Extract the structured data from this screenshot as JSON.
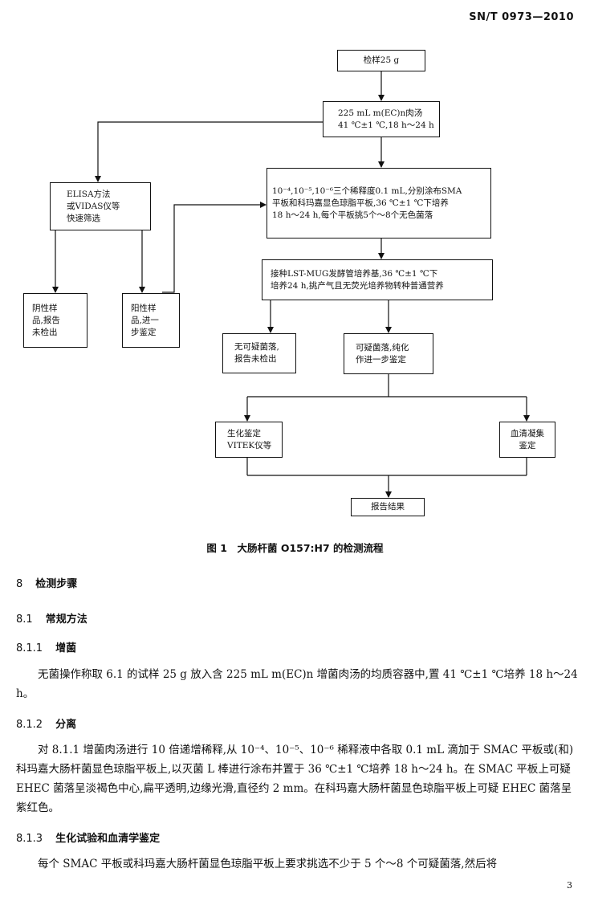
{
  "header": {
    "standard_code": "SN/T 0973—2010"
  },
  "flowchart": {
    "sample": "检样25 g",
    "broth": "225 mL m(EC)n肉汤\n41 ℃±1 ℃,18 h～24 h",
    "elisa": "ELISA方法\n或VIDAS仪等\n快速筛选",
    "dilution": "10⁻⁴,10⁻⁵,10⁻⁶三个稀释度0.1 mL,分别涂布SMA\n平板和科玛嘉显色琼脂平板,36 ℃±1 ℃下培养\n18 h～24 h,每个平板挑5个～8个无色菌落",
    "lst": "接种LST-MUG发酵管培养基,36 ℃±1 ℃下\n培养24 h,挑产气且无荧光培养物转种普通营养",
    "negative": "阴性样\n品,报告\n未检出",
    "positive": "阳性样\n品,进一\n步鉴定",
    "no_suspect": "无可疑菌落,\n报告未检出",
    "suspect": "可疑菌落,纯化\n作进一步鉴定",
    "biochem": "生化鉴定\nVITEK仪等",
    "serum": "血清凝集\n鉴定",
    "report": "报告结果"
  },
  "figure_caption": "图 1　大肠杆菌 O157:H7 的检测流程",
  "sections": {
    "s8": {
      "num": "8",
      "title": "检测步骤"
    },
    "s81": {
      "num": "8.1",
      "title": "常规方法"
    },
    "s811": {
      "num": "8.1.1",
      "title": "增菌"
    },
    "s812": {
      "num": "8.1.2",
      "title": "分离"
    },
    "s813": {
      "num": "8.1.3",
      "title": "生化试验和血清学鉴定"
    }
  },
  "paragraphs": {
    "p811": "无菌操作称取 6.1 的试样 25 g 放入含 225 mL m(EC)n 增菌肉汤的均质容器中,置 41 ℃±1 ℃培养 18 h～24 h。",
    "p812": "对 8.1.1 增菌肉汤进行 10 倍递增稀释,从 10⁻⁴、10⁻⁵、10⁻⁶ 稀释液中各取 0.1 mL 滴加于 SMAC 平板或(和)科玛嘉大肠杆菌显色琼脂平板上,以灭菌 L 棒进行涂布并置于 36 ℃±1 ℃培养 18 h～24 h。在 SMAC 平板上可疑 EHEC 菌落呈淡褐色中心,扁平透明,边缘光滑,直径约 2 mm。在科玛嘉大肠杆菌显色琼脂平板上可疑 EHEC 菌落呈紫红色。",
    "p813": "每个 SMAC 平板或科玛嘉大肠杆菌显色琼脂平板上要求挑选不少于 5 个～8 个可疑菌落,然后将"
  },
  "page_number": "3"
}
